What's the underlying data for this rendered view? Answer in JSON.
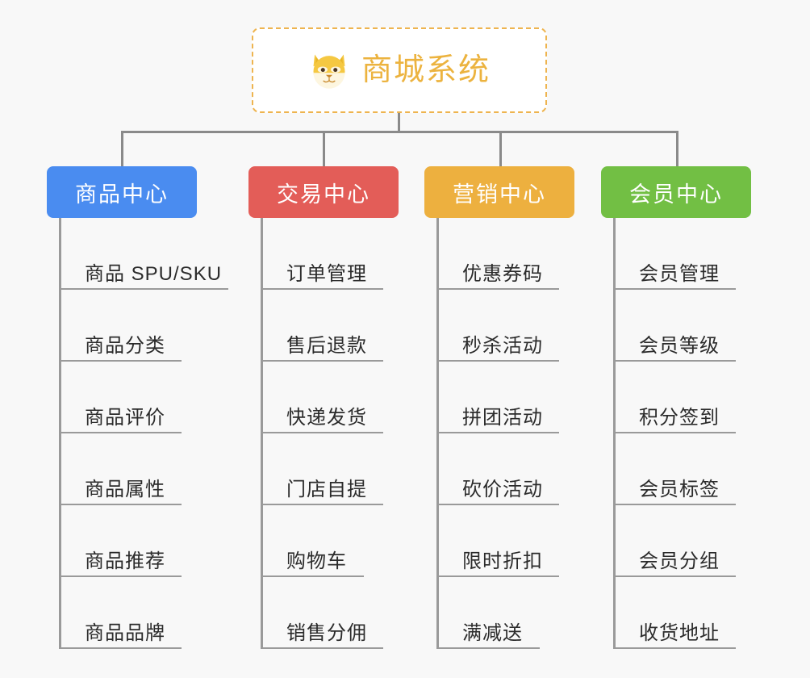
{
  "root": {
    "title": "商城系统",
    "icon": "shiba-dog-face-icon",
    "text_color": "#ecb33f",
    "border_color": "#eeb44f",
    "background": "#ffffff"
  },
  "canvas": {
    "background": "#f8f8f8",
    "connector_color": "#8a8a8a"
  },
  "columns": [
    {
      "title": "商品中心",
      "color": "#4a8cf0",
      "leaves": [
        "商品 SPU/SKU",
        "商品分类",
        "商品评价",
        "商品属性",
        "商品推荐",
        "商品品牌"
      ]
    },
    {
      "title": "交易中心",
      "color": "#e35d58",
      "leaves": [
        "订单管理",
        "售后退款",
        "快递发货",
        "门店自提",
        "购物车",
        "销售分佣"
      ]
    },
    {
      "title": "营销中心",
      "color": "#edb03f",
      "leaves": [
        "优惠券码",
        "秒杀活动",
        "拼团活动",
        "砍价活动",
        "限时折扣",
        "满减送"
      ]
    },
    {
      "title": "会员中心",
      "color": "#72bf44",
      "leaves": [
        "会员管理",
        "会员等级",
        "积分签到",
        "会员标签",
        "会员分组",
        "收货地址"
      ]
    }
  ]
}
